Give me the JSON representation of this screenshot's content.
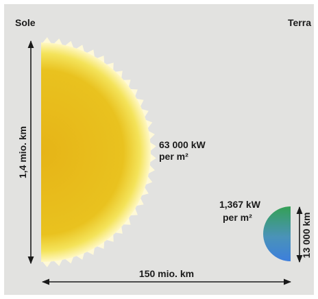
{
  "labels": {
    "sun": "Sole",
    "earth": "Terra",
    "sun_height": "1,4 mio. km",
    "sun_flux_line1": "63 000 kW",
    "sun_flux_line2": "per m²",
    "earth_flux_line1": "1,367 kW",
    "earth_flux_line2": "per m²",
    "earth_diameter": "13 000 km",
    "distance": "150 mio. km"
  },
  "colors": {
    "background": "#e2e2e0",
    "sun_core": "#e5b418",
    "sun_glow": "#fff6b0",
    "earth_top": "#3aa35a",
    "earth_bottom": "#3f7fd6",
    "arrow": "#1a1a1a",
    "text": "#1a1a1a"
  }
}
